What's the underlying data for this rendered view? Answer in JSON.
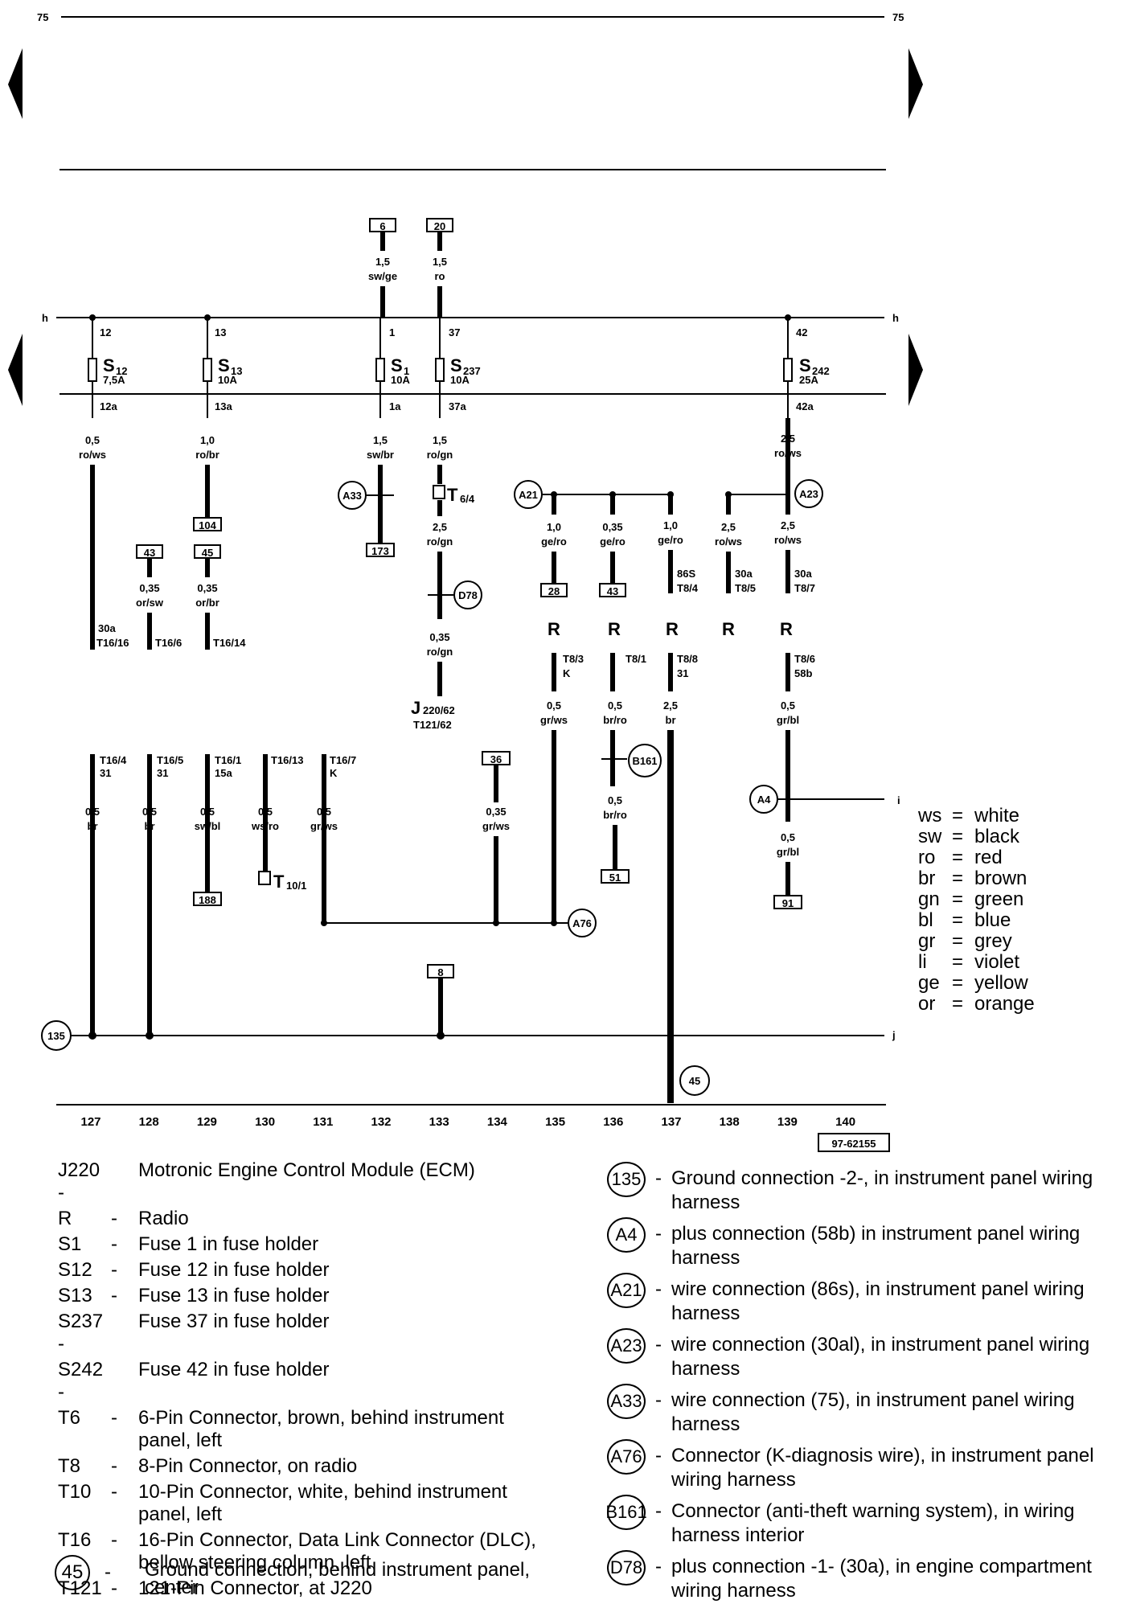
{
  "page": {
    "number_left": "75",
    "number_right": "75",
    "diagram_id": "97-62155"
  },
  "columns": [
    "127",
    "128",
    "129",
    "130",
    "131",
    "132",
    "133",
    "134",
    "135",
    "136",
    "137",
    "138",
    "139",
    "140"
  ],
  "rails": {
    "h_left": "h",
    "h_right": "h",
    "i": "i",
    "j": "j"
  },
  "top_boxes": [
    {
      "id": "6",
      "wire_size": "1,5",
      "wire_color": "sw/ge",
      "pin": "1"
    },
    {
      "id": "20",
      "wire_size": "1,5",
      "wire_color": "ro",
      "pin": "37"
    }
  ],
  "fuses": [
    {
      "name": "S",
      "sub": "12",
      "rating": "7,5A",
      "pin_in": "12",
      "pin_out": "12a"
    },
    {
      "name": "S",
      "sub": "13",
      "rating": "10A",
      "pin_in": "13",
      "pin_out": "13a"
    },
    {
      "name": "S",
      "sub": "1",
      "rating": "10A",
      "pin_in": "1",
      "pin_out": "1a"
    },
    {
      "name": "S",
      "sub": "237",
      "rating": "10A",
      "pin_in": "37",
      "pin_out": "37a"
    },
    {
      "name": "S",
      "sub": "242",
      "rating": "25A",
      "pin_in": "42",
      "pin_out": "42a"
    }
  ],
  "wires": {
    "w127a": [
      "0,5",
      "ro/ws"
    ],
    "w129a": [
      "1,0",
      "ro/br"
    ],
    "w132a": [
      "1,5",
      "sw/br"
    ],
    "w133a": [
      "1,5",
      "ro/gn"
    ],
    "w133b": [
      "2,5",
      "ro/gn"
    ],
    "w133c": [
      "0,35",
      "ro/gn"
    ],
    "w135a": [
      "1,0",
      "ge/ro"
    ],
    "w136a": [
      "0,35",
      "ge/ro"
    ],
    "w137a": [
      "1,0",
      "ge/ro"
    ],
    "w138a": [
      "2,5",
      "ro/ws"
    ],
    "w139a": [
      "2,5",
      "ro/ws"
    ],
    "w139top": [
      "2,5",
      "ro/ws"
    ],
    "w128b": [
      "0,35",
      "or/sw"
    ],
    "w129b": [
      "0,35",
      "or/br"
    ],
    "w135c": [
      "0,5",
      "gr/ws"
    ],
    "w136c": [
      "0,5",
      "br/ro"
    ],
    "w137c": [
      "2,5",
      "br"
    ],
    "w139c": [
      "0,5",
      "gr/bl"
    ],
    "w136d": [
      "0,5",
      "br/ro"
    ],
    "w139d": [
      "0,5",
      "gr/bl"
    ],
    "w127e": [
      "0,5",
      "br"
    ],
    "w128e": [
      "0,5",
      "br"
    ],
    "w129e": [
      "0,5",
      "sw/bl"
    ],
    "w130e": [
      "0,5",
      "ws/ro"
    ],
    "w131e": [
      "0,5",
      "gr/ws"
    ],
    "w134e": [
      "0,35",
      "gr/ws"
    ]
  },
  "boxes": {
    "b104": "104",
    "b173": "173",
    "b43a": "43",
    "b45": "45",
    "b28": "28",
    "b43b": "43",
    "b36": "36",
    "b51": "51",
    "b91": "91",
    "b188": "188",
    "b8": "8"
  },
  "circles": {
    "A33": "A33",
    "A21": "A21",
    "A23": "A23",
    "D78": "D78",
    "B161": "B161",
    "A4": "A4",
    "A76": "A76",
    "c135": "135",
    "c45": "45"
  },
  "pins": {
    "t16_16": "30a",
    "t16_16b": "T16/16",
    "t16_6": "T16/6",
    "t16_14": "T16/14",
    "j220a": "J",
    "j220sub": "220/62",
    "t121": "T121/62",
    "t6": "T",
    "t6sub": "6/4",
    "t10": "T",
    "t10sub": "10/1",
    "p137a": "86S",
    "p137b": "T8/4",
    "p138a": "30a",
    "p138b": "T8/5",
    "p139a": "30a",
    "p139b": "T8/7",
    "radio": "R",
    "p135a": "T8/3",
    "p135b": "K",
    "p136a": "T8/1",
    "p137c": "T8/8",
    "p137d": "31",
    "p139c": "T8/6",
    "p139d": "58b",
    "e127a": "T16/4",
    "e127b": "31",
    "e128a": "T16/5",
    "e128b": "31",
    "e129a": "T16/1",
    "e129b": "15a",
    "e130a": "T16/13",
    "e131a": "T16/7",
    "e131b": "K"
  },
  "color_codes": [
    {
      "code": "ws",
      "name": "white"
    },
    {
      "code": "sw",
      "name": "black"
    },
    {
      "code": "ro",
      "name": "red"
    },
    {
      "code": "br",
      "name": "brown"
    },
    {
      "code": "gn",
      "name": "green"
    },
    {
      "code": "bl",
      "name": "blue"
    },
    {
      "code": "gr",
      "name": "grey"
    },
    {
      "code": "li",
      "name": "violet"
    },
    {
      "code": "ge",
      "name": "yellow"
    },
    {
      "code": "or",
      "name": "orange"
    }
  ],
  "legend": [
    {
      "code": "J220 -",
      "dash": "",
      "desc": "Motronic Engine Control Module (ECM)"
    },
    {
      "code": "R",
      "dash": "-",
      "desc": "Radio"
    },
    {
      "code": "S1",
      "dash": "-",
      "desc": "Fuse 1 in fuse holder"
    },
    {
      "code": "S12",
      "dash": "-",
      "desc": "Fuse 12 in fuse holder"
    },
    {
      "code": "S13",
      "dash": "-",
      "desc": "Fuse 13 in fuse holder"
    },
    {
      "code": "S237 -",
      "dash": "",
      "desc": "Fuse 37 in fuse holder"
    },
    {
      "code": "S242 -",
      "dash": "",
      "desc": "Fuse 42 in fuse holder"
    },
    {
      "code": "T6",
      "dash": "-",
      "desc": "6-Pin Connector, brown, behind instrument panel, left"
    },
    {
      "code": "T8",
      "dash": "-",
      "desc": "8-Pin Connector, on radio"
    },
    {
      "code": "T10",
      "dash": "-",
      "desc": "10-Pin Connector, white, behind instrument panel, left"
    },
    {
      "code": "T16",
      "dash": "-",
      "desc": "16-Pin Connector, Data Link Connector (DLC), bellow steering column, left"
    },
    {
      "code": "T121",
      "dash": "-",
      "desc": "121-Pin Connector, at J220"
    }
  ],
  "legend_ground": {
    "badge": "45",
    "dash": "-",
    "desc": "Ground connection, behind instrument panel, center"
  },
  "connections": [
    {
      "badge": "135",
      "desc": "Ground connection -2-, in instrument panel wiring harness"
    },
    {
      "badge": "A4",
      "desc": "plus connection (58b) in instrument panel wiring harness"
    },
    {
      "badge": "A21",
      "desc": "wire connection (86s), in instrument panel wiring harness"
    },
    {
      "badge": "A23",
      "desc": "wire connection (30al), in instrument panel wiring harness"
    },
    {
      "badge": "A33",
      "desc": "wire connection (75), in instrument panel wiring harness"
    },
    {
      "badge": "A76",
      "desc": "Connector (K-diagnosis wire), in instrument panel wiring harness"
    },
    {
      "badge": "B161",
      "desc": "Connector (anti-theft warning system), in wiring harness interior"
    },
    {
      "badge": "D78",
      "desc": "plus connection -1- (30a), in engine compartment wiring harness"
    }
  ]
}
